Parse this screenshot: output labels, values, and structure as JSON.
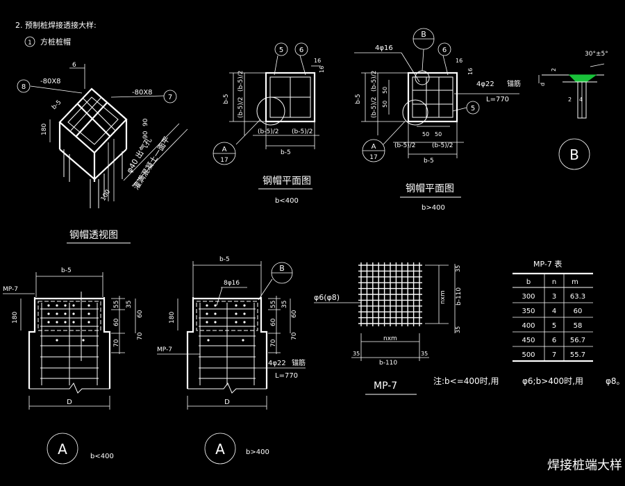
{
  "header": {
    "section": "2. 预制桩焊接透接大样:",
    "item_no": "1",
    "item": "方桩桩帽"
  },
  "iso": {
    "plate_left": "-80X8",
    "plate_right": "-80X8",
    "tag_8": "8",
    "tag_7": "7",
    "dim_6": "6",
    "dim_b5": "b-5",
    "dim_180": "180",
    "dim_90a": "90",
    "dim_90b": "90",
    "dim_100": "100",
    "note1": "φ40 出气孔",
    "note2": "灌满混凝土一面平",
    "caption": "钢帽透视图"
  },
  "plan1": {
    "tag_5": "5",
    "tag_6": "6",
    "dim_16a": "16",
    "dim_16b": "16",
    "dim_b5v": "b-5",
    "dim_b52a": "(b-5)/2",
    "dim_b52b": "(b-5)/2",
    "dim_b52c": "(b-5)/2",
    "dim_b52d": "(b-5)/2",
    "dim_b5h": "b-5",
    "circle_a": "A",
    "circle_17": "17",
    "caption": "钢帽平面图",
    "cond": "b<400"
  },
  "plan2": {
    "tag_b": "B",
    "tag_5": "5",
    "tag_6": "6",
    "bars": "4φ16",
    "bars2": "4φ22",
    "anchor": "锚筋",
    "length": "L=770",
    "dim_16": "16",
    "dim_16b": "16",
    "dim_b5v": "b-5",
    "dim_b52a": "(b-5)/2",
    "dim_b52b": "(b-5)/2",
    "dim_b52c": "(b-5)/2",
    "dim_b52d": "(b-5)/2",
    "dim_50a": "50",
    "dim_50b": "50",
    "dim_50c": "50",
    "dim_50d": "50",
    "dim_b5h": "b-5",
    "circle_a": "A",
    "circle_17": "17",
    "caption": "钢帽平面图",
    "cond": "b>400"
  },
  "detail_b": {
    "label": "B",
    "angle": "30°±5°",
    "dim_2": "2",
    "dim_2b": "2",
    "dim_4": "4",
    "dim_d": "d"
  },
  "sectA1": {
    "dim_top": "b-5",
    "mp": "MP-7",
    "dim_180": "180",
    "dim_35": "35",
    "dim_55": "55",
    "dim_60a": "60",
    "dim_60b": "60",
    "dim_70a": "70",
    "dim_70b": "70",
    "dim_d": "D",
    "label": "A",
    "cond": "b<400"
  },
  "sectA2": {
    "dim_top": "b-5",
    "bars": "8φ16",
    "tag_b": "B",
    "dim_180": "180",
    "dim_35": "35",
    "dim_55": "55",
    "dim_60a": "60",
    "dim_60b": "60",
    "dim_70a": "70",
    "dim_70b": "70",
    "mp": "MP-7",
    "bars2": "4φ22",
    "anchor": "锚筋",
    "length": "L=770",
    "dim_d": "D",
    "label": "A",
    "cond": "b>400"
  },
  "mesh": {
    "bar": "φ6(φ8)",
    "dim_35a": "35",
    "dim_35b": "35",
    "dim_35c": "35",
    "dim_35d": "35",
    "dim_nxm_v": "nxm",
    "dim_b110_v": "b-110",
    "dim_nxm_h": "nxm",
    "dim_b110_h": "b-110",
    "caption": "MP-7"
  },
  "table": {
    "title": "MP-7 表",
    "headers": [
      "b",
      "n",
      "m"
    ],
    "rows": [
      [
        "300",
        "3",
        "63.3"
      ],
      [
        "350",
        "4",
        "60"
      ],
      [
        "400",
        "5",
        "58"
      ],
      [
        "450",
        "6",
        "56.7"
      ],
      [
        "500",
        "7",
        "55.7"
      ]
    ]
  },
  "note": {
    "part1": "注:b<=400时,用",
    "part2": "φ6;b>400时,用",
    "part3": "φ8。"
  },
  "footer": {
    "title": "焊接桩端大样"
  },
  "colors": {
    "background": "#000000",
    "lines": "#ffffff",
    "weld_fill": "#19c23a"
  }
}
